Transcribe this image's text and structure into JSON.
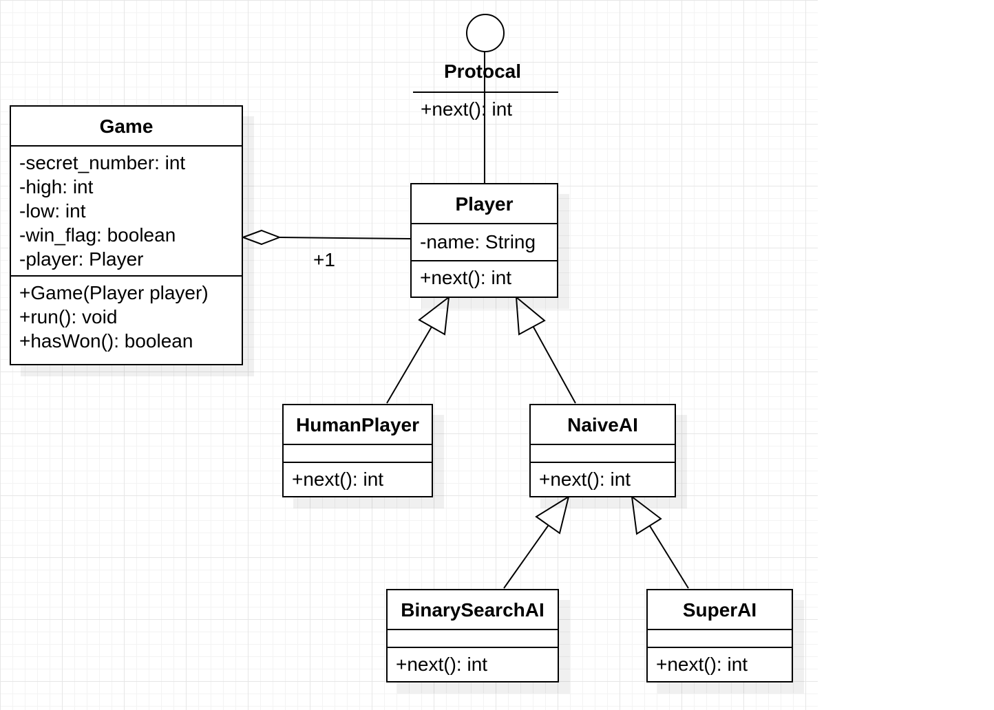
{
  "classes": {
    "game": {
      "name": "Game",
      "attributes": [
        "-secret_number: int",
        "-high: int",
        "-low: int",
        "-win_flag: boolean",
        "-player: Player"
      ],
      "operations": [
        "+Game(Player player)",
        "+run(): void",
        "+hasWon(): boolean"
      ]
    },
    "protocol": {
      "name": "Protocal",
      "operations": [
        "+next(): int"
      ]
    },
    "player": {
      "name": "Player",
      "attributes": [
        "-name: String"
      ],
      "operations": [
        "+next(): int"
      ]
    },
    "human_player": {
      "name": "HumanPlayer",
      "attributes": [],
      "operations": [
        "+next(): int"
      ]
    },
    "naive_ai": {
      "name": "NaiveAI",
      "attributes": [],
      "operations": [
        "+next(): int"
      ]
    },
    "binary_search_ai": {
      "name": "BinarySearchAI",
      "attributes": [],
      "operations": [
        "+next(): int"
      ]
    },
    "super_ai": {
      "name": "SuperAI",
      "attributes": [],
      "operations": [
        "+next(): int"
      ]
    }
  },
  "relations": {
    "aggregation_multiplicity": "+1"
  },
  "colors": {
    "line": "#000000",
    "grid_major": "#e6e6e6",
    "grid_minor": "#f3f3f3",
    "box_fill": "#ffffff"
  }
}
